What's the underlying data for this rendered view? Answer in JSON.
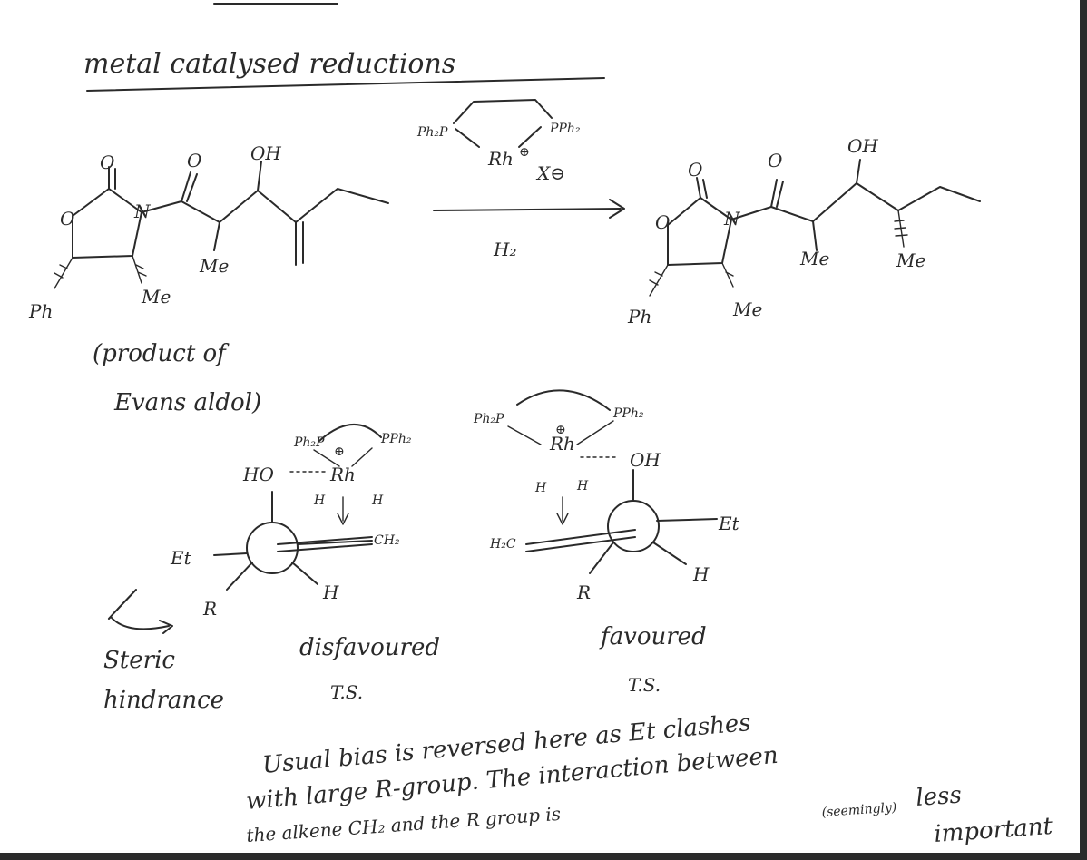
{
  "title": "metal catalysed reductions",
  "reaction": {
    "catalyst": {
      "ligand_left": "Ph₂P",
      "ligand_right": "PPh₂",
      "metal": "Rh",
      "charge": "⊕",
      "counterion": "X⊖"
    },
    "reagent": "H₂",
    "substrate": {
      "oh": "OH",
      "o_left": "O",
      "o_ring": "O",
      "o_acyl": "O",
      "n": "N",
      "me": "Me",
      "ring_me": "Me",
      "ph": "Ph"
    },
    "product": {
      "oh": "OH",
      "o_left": "O",
      "o_ring": "O",
      "o_acyl": "O",
      "n": "N",
      "me1": "Me",
      "me2": "Me",
      "ring_me": "Me",
      "ph": "Ph"
    }
  },
  "note_line1": "(product of",
  "note_line2": "Evans aldol)",
  "ts_disfavoured": {
    "ligand_left": "Ph₂P",
    "ligand_right": "PPh₂",
    "charge": "⊕",
    "metal": "Rh",
    "ho": "HO",
    "h1": "H",
    "h2": "H",
    "ch2": "CH₂",
    "et": "Et",
    "r": "R",
    "h3": "H",
    "label1": "disfavoured",
    "label2": "T.S."
  },
  "ts_favoured": {
    "ligand_left": "Ph₂P",
    "ligand_right": "PPh₂",
    "charge": "⊕",
    "metal": "Rh",
    "oh": "OH",
    "h1": "H",
    "h2": "H",
    "h2c": "H₂C",
    "et": "Et",
    "r": "R",
    "h3": "H",
    "label1": "favoured",
    "label2": "T.S."
  },
  "steric_1": "Steric",
  "steric_2": "hindrance",
  "explanation": {
    "line1": "Usual bias is reversed here as Et clashes",
    "line2": "with large R-group. The interaction between",
    "line3a": "the alkene CH₂ and the R group is",
    "line3b": "(seemingly)",
    "line3c": "less",
    "line4": "important"
  }
}
